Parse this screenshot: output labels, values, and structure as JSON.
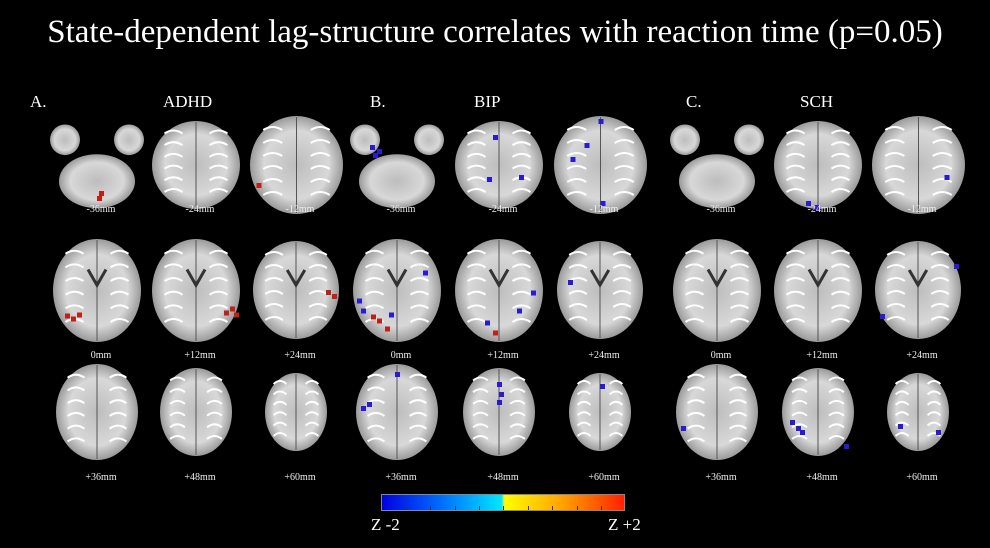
{
  "title": "State-dependent lag-structure correlates with reaction time (p=0.05)",
  "panels": [
    {
      "letter": "A.",
      "group": "ADHD"
    },
    {
      "letter": "B.",
      "group": "BIP"
    },
    {
      "letter": "C.",
      "group": "SCH"
    }
  ],
  "slices": [
    "-36mm",
    "-24mm",
    "-12mm",
    "0mm",
    "+12mm",
    "+24mm",
    "+36mm",
    "+48mm",
    "+60mm"
  ],
  "colorbar": {
    "min_label": "Z -2",
    "max_label": "Z +2",
    "min": -2,
    "max": 2,
    "colors": [
      "#0000e0",
      "#00e8ff",
      "#ffff00",
      "#ff2000"
    ]
  }
}
